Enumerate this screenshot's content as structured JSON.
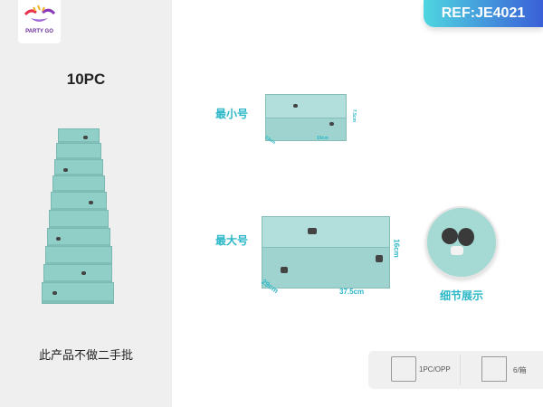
{
  "brand": {
    "logo_text": "PARTY GO"
  },
  "product": {
    "count": "10PC",
    "note": "此产品不做二手批",
    "ref": "REF:JE4021"
  },
  "smallest": {
    "label": "最小号",
    "width": "13cm",
    "length": "19cm",
    "height": "7.5cm"
  },
  "largest": {
    "label": "最大号",
    "width": "29cm",
    "length": "37.5cm",
    "height": "16cm"
  },
  "detail": {
    "caption": "细节展示"
  },
  "packaging": [
    {
      "icon": "opp-bag-icon",
      "text": "1PC/OPP"
    },
    {
      "icon": "carton-box-icon",
      "text": "6/箱"
    }
  ],
  "colors": {
    "accent": "#2bb7c7",
    "box": "#9fd3cf",
    "panel": "#efefef"
  }
}
